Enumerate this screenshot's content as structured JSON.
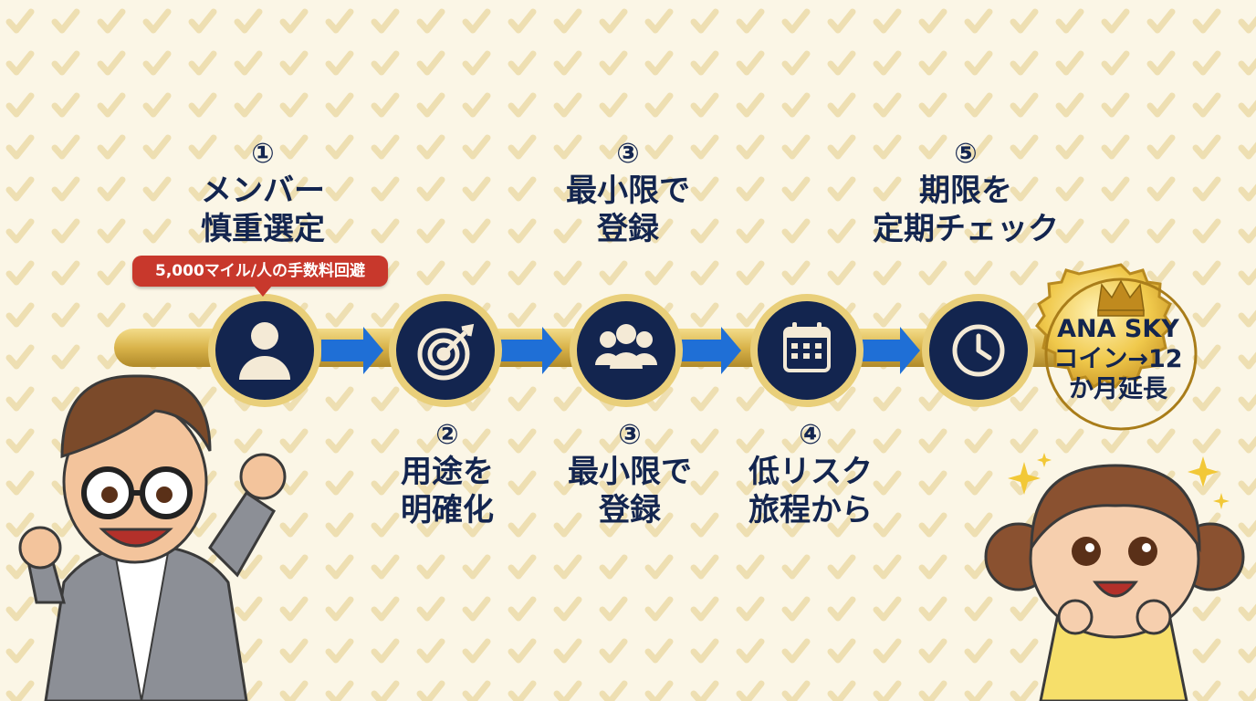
{
  "steps": [
    {
      "num": "①",
      "title_line1": "メンバー",
      "title_line2": "慎重選定",
      "icon": "person-icon"
    },
    {
      "num": "②",
      "title_line1": "用途を",
      "title_line2": "明確化",
      "icon": "target-icon"
    },
    {
      "num": "③",
      "title_line1": "最小限で",
      "title_line2": "登録",
      "icon": "group-icon"
    },
    {
      "num": "④",
      "title_line1": "低リスク",
      "title_line2": "旅程から",
      "icon": "calendar-icon"
    },
    {
      "num": "⑤",
      "title_line1": "期限を",
      "title_line2": "定期チェック",
      "icon": "clock-icon"
    }
  ],
  "bubble": {
    "text": "5,000マイル/人の手数料回避"
  },
  "seal": {
    "line1": "ANA SKY",
    "line2": "コイン→12",
    "line3": "か月延長",
    "icon": "crown-icon"
  },
  "colors": {
    "navy": "#13254f",
    "blue_arrow": "#1f6fd6",
    "gold": "#d9b34a",
    "red_bubble": "#c8382c",
    "background": "#fbf6e6"
  }
}
